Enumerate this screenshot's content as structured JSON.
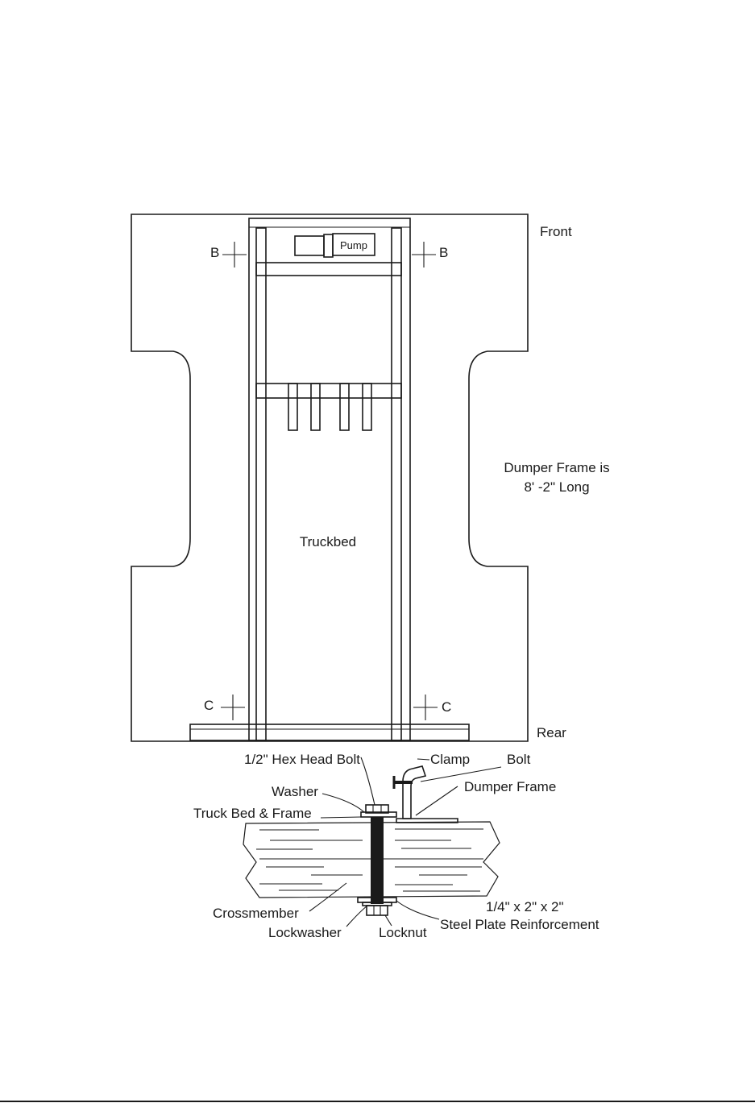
{
  "plan_view": {
    "front_label": "Front",
    "rear_label": "Rear",
    "truckbed_label": "Truckbed",
    "pump_label": "Pump",
    "frame_length_line1": "Dumper Frame is",
    "frame_length_line2": "8' -2\" Long",
    "section_marks": {
      "b_left": "B",
      "b_right": "B",
      "c_left": "C",
      "c_right": "C"
    }
  },
  "detail_view": {
    "hex_bolt": "1/2\" Hex Head Bolt",
    "clamp": "Clamp",
    "bolt": "Bolt",
    "washer": "Washer",
    "dumper_frame": "Dumper Frame",
    "truck_bed_frame": "Truck Bed & Frame",
    "crossmember": "Crossmember",
    "lockwasher": "Lockwasher",
    "locknut": "Locknut",
    "plate_line1": "1/4\" x 2\" x 2\"",
    "plate_line2": "Steel Plate Reinforcement"
  },
  "colors": {
    "ink": "#1a1a1a",
    "paper": "#ffffff"
  }
}
